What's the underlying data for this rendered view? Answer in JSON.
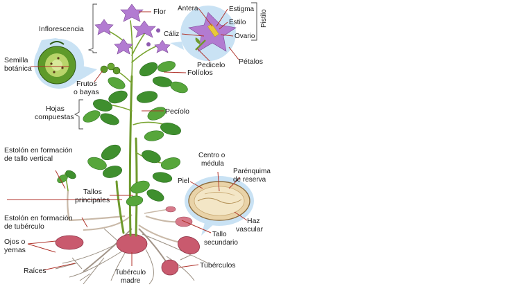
{
  "labels": {
    "flor": "Flor",
    "inflorescencia": "Inflorescencia",
    "antera": "Antera",
    "estigma": "Estigma",
    "estilo": "Estilo",
    "caliz": "Cáliz",
    "ovario": "Ovario",
    "pistilo": "Pistilo",
    "petalos": "Pétalos",
    "pedicelo": "Pedicelo",
    "foliolos": "Folíolos",
    "semilla_1": "Semilla",
    "semilla_2": "botánica",
    "frutos_1": "Frutos",
    "frutos_2": "o bayas",
    "hojas_1": "Hojas",
    "hojas_2": "compuestas",
    "peciolo": "Pecíolo",
    "estolon_v_1": "Estolón en formación",
    "estolon_v_2": "de tallo vertical",
    "centro_1": "Centro o",
    "centro_2": "médula",
    "parenquima_1": "Parénquima",
    "parenquima_2": "de reserva",
    "piel": "Piel",
    "tallos_1": "Tallos",
    "tallos_2": "principales",
    "estolon_t_1": "Estolón en formación",
    "estolon_t_2": "de tubérculo",
    "haz_1": "Haz",
    "haz_2": "vascular",
    "tallo_sec_1": "Tallo",
    "tallo_sec_2": "secundario",
    "ojos_1": "Ojos o",
    "ojos_2": "yemas",
    "tuberculos": "Tubérculos",
    "raices": "Raíces",
    "tub_madre_1": "Tubérculo",
    "tub_madre_2": "madre"
  },
  "colors": {
    "leader": "#b0332b",
    "bubble": "#c9e2f4",
    "leaf": "#3f8f2e",
    "flower": "#b27bd1",
    "tuber": "#c95a6e"
  }
}
